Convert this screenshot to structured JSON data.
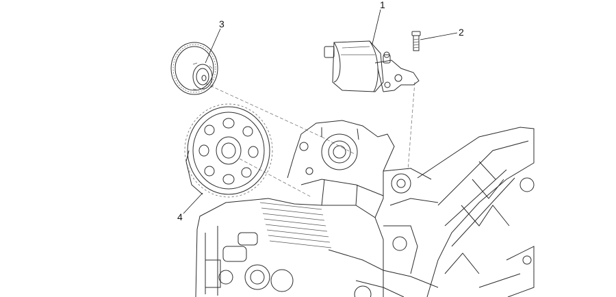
{
  "diagram": {
    "callouts": [
      {
        "id": "c1",
        "text": "1"
      },
      {
        "id": "c2",
        "text": "2"
      },
      {
        "id": "c3",
        "text": "3"
      },
      {
        "id": "c4",
        "text": "4"
      }
    ]
  },
  "colors": {
    "line": "#2b2b2b",
    "background": "#ffffff"
  }
}
